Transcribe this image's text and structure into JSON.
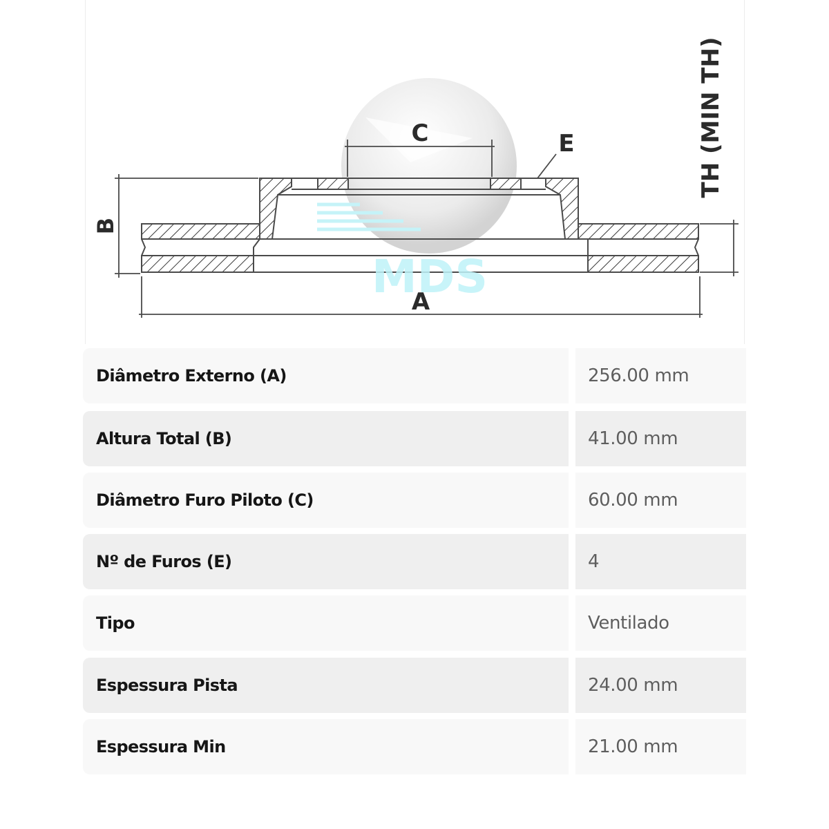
{
  "diagram": {
    "labels": {
      "a": "A",
      "b": "B",
      "c": "C",
      "e": "E",
      "th": "TH (MIN TH)"
    },
    "watermark": "MDS",
    "colors": {
      "line": "#4a4a4a",
      "hatch": "#3a3a3a",
      "watermark": "#bff3f8"
    }
  },
  "specs": [
    {
      "label": "Diâmetro Externo (A)",
      "value": "256.00 mm"
    },
    {
      "label": "Altura Total (B)",
      "value": "41.00 mm"
    },
    {
      "label": "Diâmetro Furo Piloto (C)",
      "value": "60.00 mm"
    },
    {
      "label": "Nº de Furos (E)",
      "value": "4"
    },
    {
      "label": "Tipo",
      "value": "Ventilado"
    },
    {
      "label": "Espessura Pista",
      "value": "24.00 mm"
    },
    {
      "label": "Espessura Min",
      "value": "21.00 mm"
    }
  ]
}
